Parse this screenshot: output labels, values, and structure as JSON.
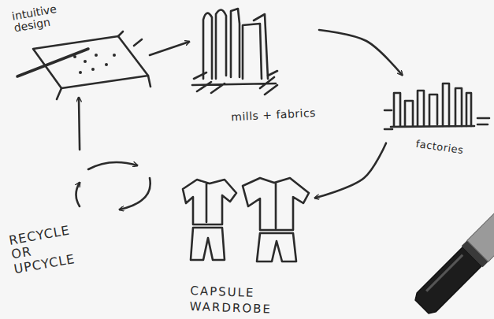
{
  "diagram": {
    "nodes": [
      {
        "text": [
          "intuitive design"
        ]
      },
      {
        "text": [
          "mills + fabrics"
        ]
      },
      {
        "text": [
          "factories"
        ]
      },
      {
        "text": [
          "CAPSULE WARDROBE"
        ]
      },
      {
        "text": [
          "RECYCLE OR UPCYCLE"
        ]
      }
    ],
    "edges": [
      {
        "from": 0,
        "to": 1,
        "arrow": "to"
      },
      {
        "from": 1,
        "to": 2,
        "arrow": "to"
      },
      {
        "from": 2,
        "to": 3,
        "arrow": "to"
      },
      {
        "from": 4,
        "to": 0,
        "arrow": "to"
      }
    ]
  }
}
